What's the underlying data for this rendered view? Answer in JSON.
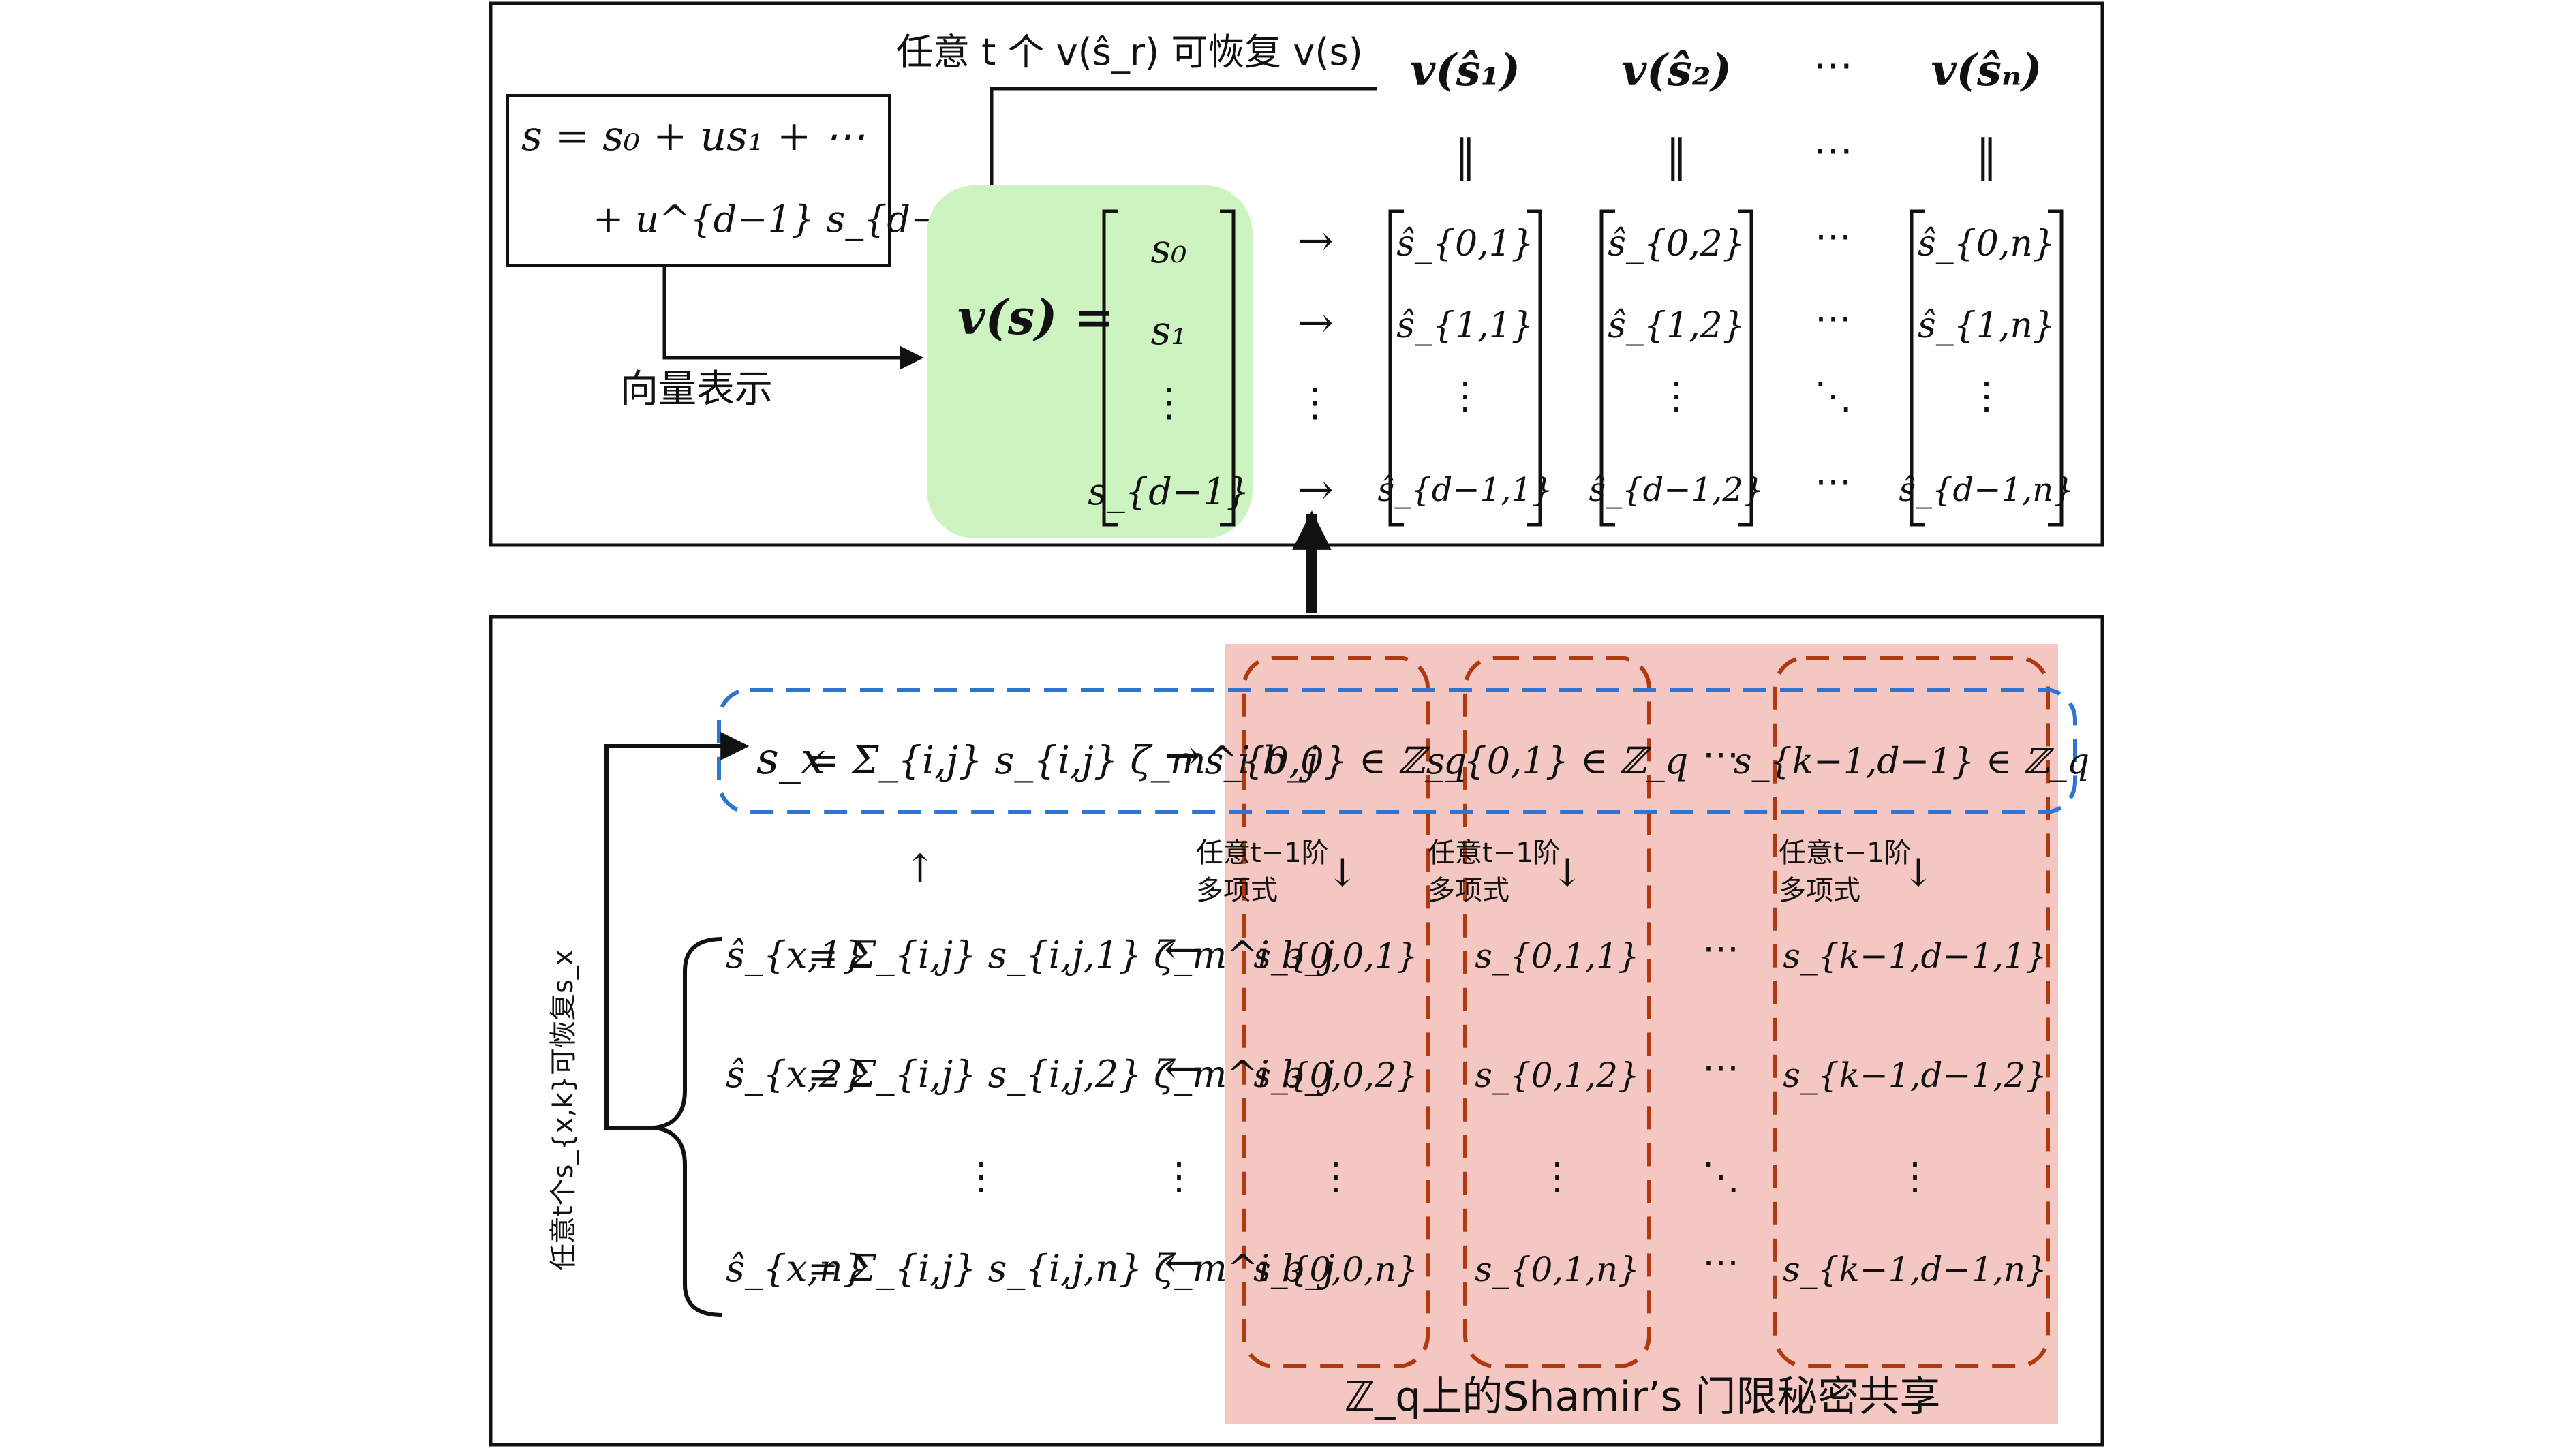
{
  "colors": {
    "frame": "#111111",
    "green_highlight": "#cdf3c1",
    "pink_region": "#f5c7c3",
    "blue_dashed": "#2f74d0",
    "orange_dashed": "#b03a10"
  },
  "top_panel": {
    "poly_line1": "s = s₀ + us₁ + ⋯",
    "poly_line2": "+ u^{d−1} s_{d−1} ∈ Λ_q",
    "vector_label": "向量表示",
    "recover_label": "任意 t 个 v(ŝ_r) 可恢复 v(s)",
    "vs_label": "v(s) =",
    "vs_entries": [
      "s₀",
      "s₁",
      "⋮",
      "s_{d−1}"
    ],
    "arrows": [
      "→",
      "→",
      "⋮",
      "→"
    ],
    "column_heads": [
      "v(ŝ₁)",
      "v(ŝ₂)",
      "⋯",
      "v(ŝₙ)"
    ],
    "equals_marks": [
      "‖",
      "‖",
      "⋯",
      "‖"
    ],
    "columns": [
      [
        "ŝ_{0,1}",
        "ŝ_{1,1}",
        "⋮",
        "ŝ_{d−1,1}"
      ],
      [
        "ŝ_{0,2}",
        "ŝ_{1,2}",
        "⋮",
        "ŝ_{d−1,2}"
      ],
      [
        "⋯",
        "⋯",
        "⋱",
        "⋯"
      ],
      [
        "ŝ_{0,n}",
        "ŝ_{1,n}",
        "⋮",
        "ŝ_{d−1,n}"
      ]
    ]
  },
  "bottom_panel": {
    "sx_lhs": "s_x",
    "sx_rhs": "= Σ_{i,j} s_{i,j} ζ_m^i b_j",
    "top_row": [
      "s_{0,0} ∈ ℤ_q",
      "s_{0,1} ∈ ℤ_q",
      "⋯",
      "s_{k−1,d−1} ∈ ℤ_q"
    ],
    "poly_label_1": "任意t−1阶",
    "poly_label_2": "多项式",
    "down_arrow": "↓",
    "up_arrow": "↑",
    "right_arrow": "→",
    "left_arrow": "←",
    "hat_rows": [
      {
        "lhs": "ŝ_{x,1}",
        "rhs": "= Σ_{i,j} s_{i,j,1} ζ_m^i b_j",
        "cells": [
          "s_{0,0,1}",
          "s_{0,1,1}",
          "⋯",
          "s_{k−1,d−1,1}"
        ]
      },
      {
        "lhs": "ŝ_{x,2}",
        "rhs": "= Σ_{i,j} s_{i,j,2} ζ_m^i b_j",
        "cells": [
          "s_{0,0,2}",
          "s_{0,1,2}",
          "⋯",
          "s_{k−1,d−1,2}"
        ]
      },
      {
        "lhs": "⋮",
        "rhs": "⋮",
        "cells": [
          "⋮",
          "⋮",
          "⋱",
          "⋮"
        ]
      },
      {
        "lhs": "ŝ_{x,n}",
        "rhs": "= Σ_{i,j} s_{i,j,n} ζ_m^i b_j",
        "cells": [
          "s_{0,0,n}",
          "s_{0,1,n}",
          "⋯",
          "s_{k−1,d−1,n}"
        ]
      }
    ],
    "side_label": "任意t个s_{x,k}可恢复s_x",
    "footer": "ℤ_q上的Shamir’s 门限秘密共享"
  }
}
